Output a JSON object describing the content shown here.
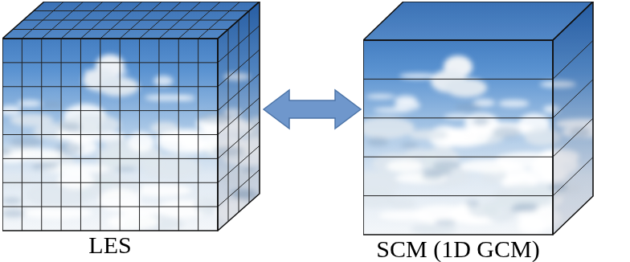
{
  "diagram": {
    "nodes": [
      {
        "text": [
          "LES"
        ]
      },
      {
        "text": [
          "SCM (1D GCM)"
        ]
      }
    ],
    "edges": [
      {
        "from": 0,
        "to": 1,
        "arrow": "both"
      }
    ]
  }
}
